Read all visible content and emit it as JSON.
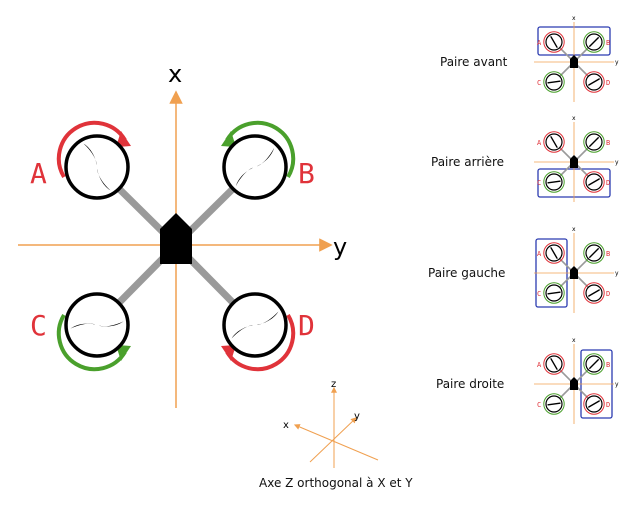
{
  "main": {
    "axis_x_label": "x",
    "axis_y_label": "y",
    "motors": [
      {
        "id": "A",
        "letter": "A",
        "rotation": "clockwise",
        "arrow_color": "#e0333a"
      },
      {
        "id": "B",
        "letter": "B",
        "rotation": "counterclockwise",
        "arrow_color": "#4aa02c"
      },
      {
        "id": "C",
        "letter": "C",
        "rotation": "counterclockwise",
        "arrow_color": "#4aa02c"
      },
      {
        "id": "D",
        "letter": "D",
        "rotation": "clockwise",
        "arrow_color": "#e0333a"
      }
    ]
  },
  "pairs": [
    {
      "label": "Paire avant",
      "highlight": [
        "A",
        "B"
      ]
    },
    {
      "label": "Paire arrière",
      "highlight": [
        "C",
        "D"
      ]
    },
    {
      "label": "Paire gauche",
      "highlight": [
        "A",
        "C"
      ]
    },
    {
      "label": "Paire droite",
      "highlight": [
        "B",
        "D"
      ]
    }
  ],
  "mini_axes": {
    "x": "x",
    "y": "y"
  },
  "axes3d": {
    "z_label": "z",
    "x_label": "x",
    "y_label": "y",
    "caption": "Axe Z orthogonal à X et Y"
  },
  "colors": {
    "axis": "#f0a050",
    "arm": "#9a9a9a",
    "red": "#e0333a",
    "green": "#4aa02c",
    "highlight_box": "#2b3bb0",
    "body": "#000000"
  }
}
